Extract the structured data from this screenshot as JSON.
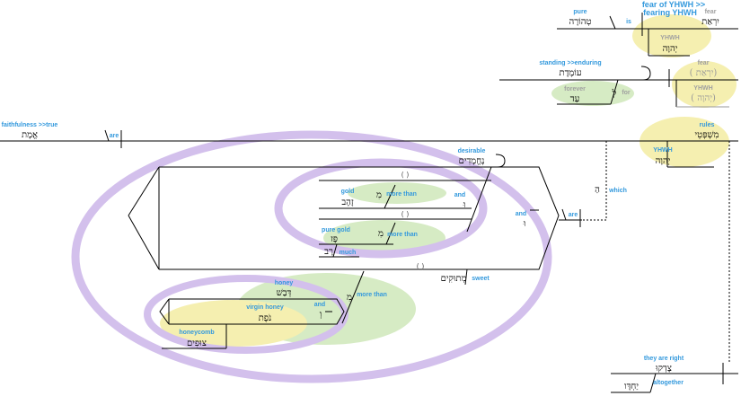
{
  "colors": {
    "label": "#3399dd",
    "gray_label": "#a0a0a0",
    "yellow_highlight": "#f5efb0",
    "green_highlight": "#d6ebc4",
    "purple_ring": "#d3c0ec"
  },
  "labels": {
    "pure": "pure",
    "is": "is",
    "fear_of_yhwh": "fear of YHWH >>",
    "fearing_yhwh": "fearing YHWH",
    "fear_top": "fear",
    "yhwh_top": "YHWH",
    "standing_enduring": "standing >>enduring",
    "fear_paren": "fear",
    "forever": "forever",
    "for": "for",
    "yhwh_paren": "YHWH",
    "faithfulness_true": "faithfulness >>true",
    "are_main": "are",
    "rules": "rules",
    "yhwh_rules": "YHWH",
    "desirable": "desirable",
    "which": "which",
    "are_which": "are",
    "and_main": "and",
    "gold": "gold",
    "more_than_gold": "more than",
    "and_gold": "and",
    "pure_gold": "pure gold",
    "more_than_puregold": "more than",
    "much": "much",
    "sweet": "sweet",
    "honey": "honey",
    "more_than_honey": "more than",
    "virgin_honey": "virgin honey",
    "and_honey": "and",
    "honeycomb": "honeycomb",
    "they_are_right": "they are right",
    "altogether": "altogether"
  },
  "hebrew": {
    "tehorah": "טְהוֹרָה",
    "yirat": "יִרְאַת",
    "yhwh_top": "יְהוָה",
    "omedet": "עוֹמֶדֶת",
    "yirat_paren": "( יִרְאַת)",
    "lamed": "לְ",
    "ad": "עַד",
    "yhwh_paren": "( יְהוָה)",
    "emet": "אֱמֶת",
    "mishpetei": "מִשְׁפְּטֵי",
    "yhwh_rules": "יְהוָה",
    "nechemadim": "נֶחֱמָדִים",
    "heh": "הַ",
    "vav_main": "וּ",
    "mem_gold": "מִ",
    "vav_gold": "וּ",
    "zahav": "זָהָב",
    "mem_puregold": "מִ",
    "paz": "פָּז",
    "rav": "רָב",
    "metukim": "מְתוּקִים",
    "mem_honey": "מִ",
    "devash": "דְּבַשׁ",
    "vav_honey": "וְ",
    "nofet": "נֹפֶת",
    "tzufim": "צוּפִים",
    "tzadku": "צָדְקוּ",
    "yachdav": "יַחְדָּו"
  },
  "placeholders": {
    "paren_gold": "( )",
    "paren_puregold": "( )",
    "paren_sweet": "( )"
  }
}
